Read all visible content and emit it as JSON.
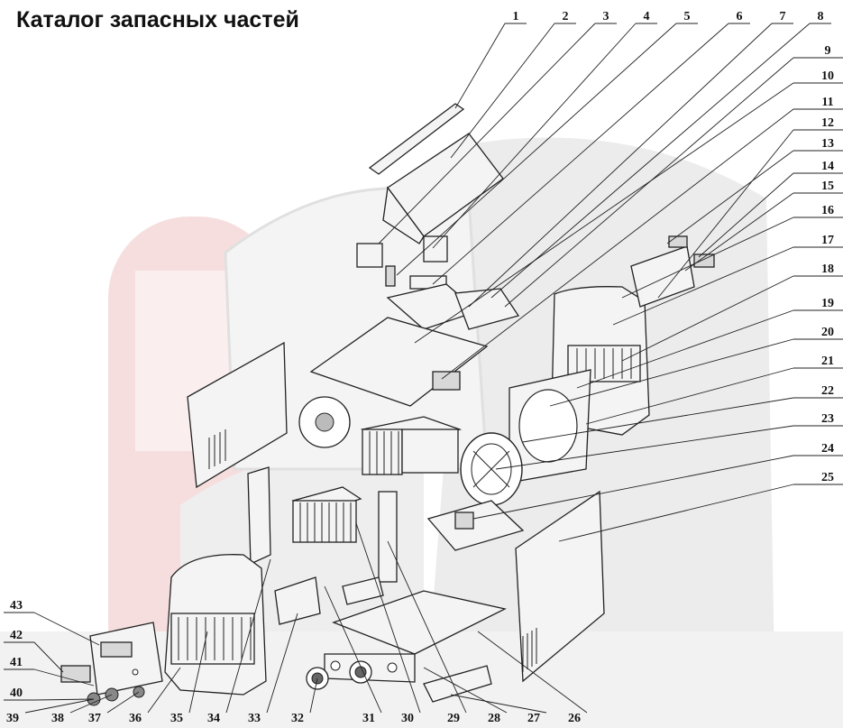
{
  "title": "Каталог запасных частей",
  "colors": {
    "watermark_red": "#f3d6d6",
    "watermark_grey": "#e6e6e6",
    "line": "#222222"
  },
  "callouts_right": [
    "1",
    "2",
    "3",
    "4",
    "5",
    "6",
    "7",
    "8",
    "9",
    "10",
    "11",
    "12",
    "13",
    "14",
    "15",
    "16",
    "17",
    "18",
    "19",
    "20",
    "21",
    "22",
    "23",
    "24",
    "25"
  ],
  "callouts_bottom": [
    "39",
    "38",
    "37",
    "36",
    "35",
    "34",
    "33",
    "32",
    "31",
    "30",
    "29",
    "28",
    "27",
    "26"
  ],
  "callouts_left": [
    "43",
    "42",
    "41",
    "40"
  ]
}
